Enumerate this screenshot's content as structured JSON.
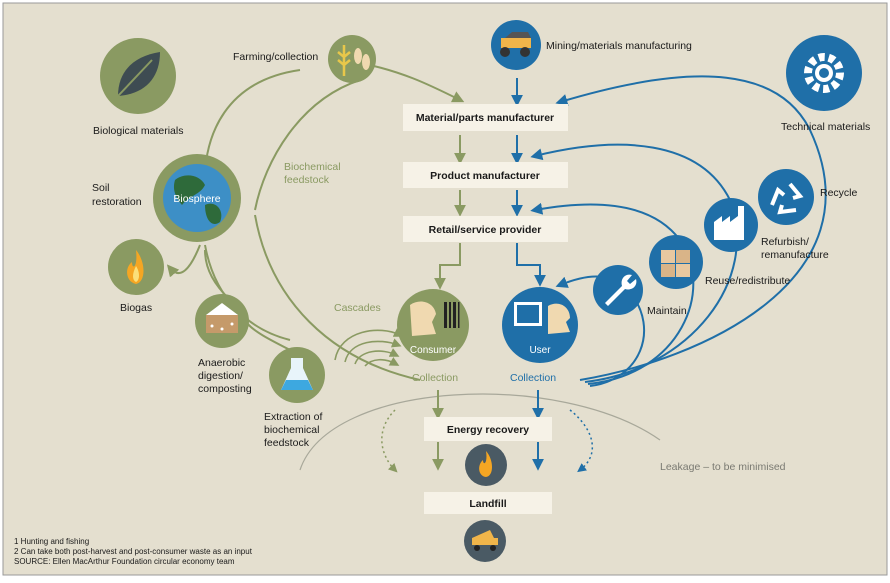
{
  "stages": {
    "material_parts_manufacturer": "Material/parts manufacturer",
    "product_manufacturer": "Product manufacturer",
    "retail_service_provider": "Retail/service provider",
    "energy_recovery": "Energy recovery",
    "landfill": "Landfill"
  },
  "biological": {
    "farming_collection": "Farming/collection",
    "biological_materials": "Biological materials",
    "soil_restoration_1": "Soil",
    "soil_restoration_2": "restoration",
    "biosphere": "Biosphere",
    "biogas": "Biogas",
    "anaerobic_1": "Anaerobic",
    "anaerobic_2": "digestion/",
    "anaerobic_3": "composting",
    "extraction_1": "Extraction of",
    "extraction_2": "biochemical",
    "extraction_3": "feedstock",
    "biochemical_1": "Biochemical",
    "biochemical_2": "feedstock",
    "cascades": "Cascades",
    "consumer": "Consumer",
    "collection": "Collection"
  },
  "technical": {
    "mining": "Mining/materials manufacturing",
    "technical_materials": "Technical materials",
    "recycle": "Recycle",
    "refurbish_1": "Refurbish/",
    "refurbish_2": "remanufacture",
    "reuse": "Reuse/redistribute",
    "maintain": "Maintain",
    "user": "User",
    "collection": "Collection"
  },
  "leakage": "Leakage – to be minimised",
  "footnotes": {
    "note1": "1 Hunting and fishing",
    "note2": "2 Can take both post-harvest and post-consumer waste as an input",
    "source": "SOURCE: Ellen MacArthur Foundation circular economy team"
  },
  "colors": {
    "background": "#e4dfcf",
    "green": "#8a9a62",
    "blue": "#1f6fa8",
    "dark_circle": "#4a5a64",
    "box": "#f6f2e7"
  }
}
